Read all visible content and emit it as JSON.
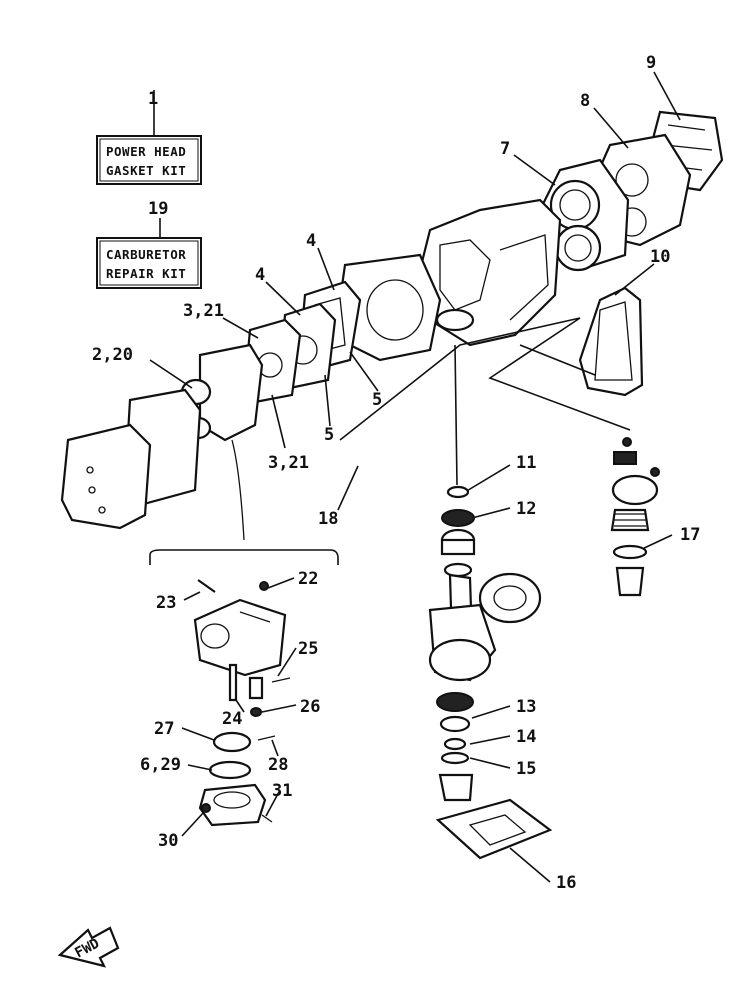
{
  "kits": [
    {
      "callout": "1",
      "line1": "POWER HEAD",
      "line2": "GASKET KIT"
    },
    {
      "callout": "19",
      "line1": "CARBURETOR",
      "line2": "REPAIR KIT"
    }
  ],
  "callouts": {
    "c2_20": "2,20",
    "c3_21a": "3,21",
    "c3_21b": "3,21",
    "c4a": "4",
    "c4b": "4",
    "c5a": "5",
    "c5b": "5",
    "c6_29": "6,29",
    "c7": "7",
    "c8": "8",
    "c9": "9",
    "c10": "10",
    "c11": "11",
    "c12": "12",
    "c13": "13",
    "c14": "14",
    "c15": "15",
    "c16": "16",
    "c17": "17",
    "c18": "18",
    "c22": "22",
    "c23": "23",
    "c24": "24",
    "c25": "25",
    "c26": "26",
    "c27": "27",
    "c28": "28",
    "c30": "30",
    "c31": "31"
  },
  "fwd_label": "FWD"
}
